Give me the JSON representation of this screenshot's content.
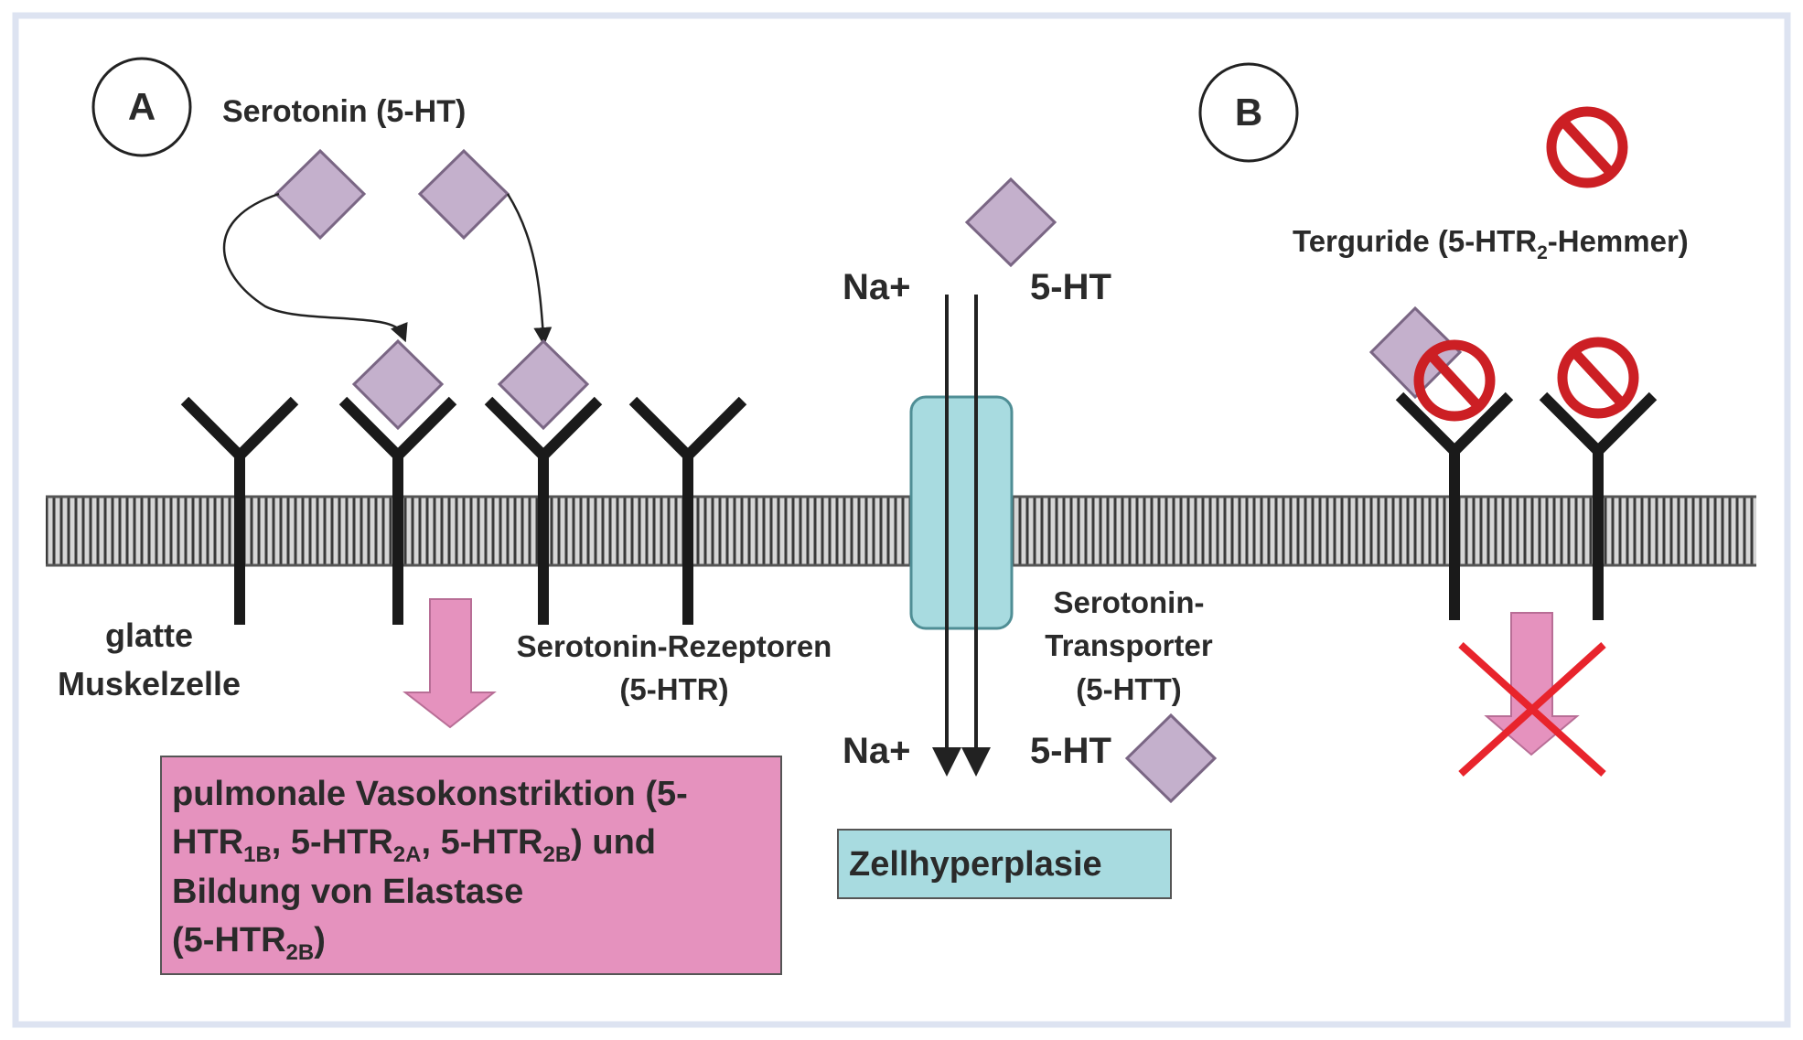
{
  "colors": {
    "frame": "#dde3f1",
    "serotonin": "#c4b0cc",
    "serotonin_stroke": "#7a6684",
    "receptor": "#1a1a1a",
    "membrane_bg": "#d6d6d6",
    "membrane_lines": "#3a3a3a",
    "transporter": "#a8dbe0",
    "effect_box": "#e592be",
    "effect_arrow": "#e592be",
    "prohibit": "#cc1f24",
    "cross": "#e8242c",
    "hyperplasia_box": "#a8dbe0"
  },
  "labels": {
    "panel_a": "A",
    "panel_b": "B",
    "serotonin": "Serotonin (5-HT)",
    "smooth_muscle_line1": "glatte",
    "smooth_muscle_line2": "Muskelzelle",
    "receptors_line1": "Serotonin-Rezeptoren",
    "receptors_line2": "(5-HTR)",
    "transporter_line1": "Serotonin-",
    "transporter_line2": "Transporter",
    "transporter_line3": "(5-HTT)",
    "na_top": "Na+",
    "ht_top": "5-HT",
    "na_bottom": "Na+",
    "ht_bottom": "5-HT",
    "terguride_prefix": "Terguride (5-HTR",
    "terguride_sub": "2",
    "terguride_suffix": "-Hemmer)",
    "hyperplasia": "Zellhyperplasie"
  },
  "effect_box": {
    "line1": "pulmonale Vasokonstriktion (5-",
    "line2_a": "HTR",
    "line2_sub1": "1B",
    "line2_b": ", 5-HTR",
    "line2_sub2": "2A",
    "line2_c": ", 5-HTR",
    "line2_sub3": "2B",
    "line2_d": ") und",
    "line3": "Bildung von Elastase",
    "line4_a": "(5-HTR",
    "line4_sub": "2B",
    "line4_b": ")"
  },
  "icons": {
    "serotonin": "diamond-molecule-icon",
    "receptor": "y-shaped-receptor-icon",
    "prohibit": "no-entry-sign-icon",
    "cross": "red-x-icon"
  }
}
